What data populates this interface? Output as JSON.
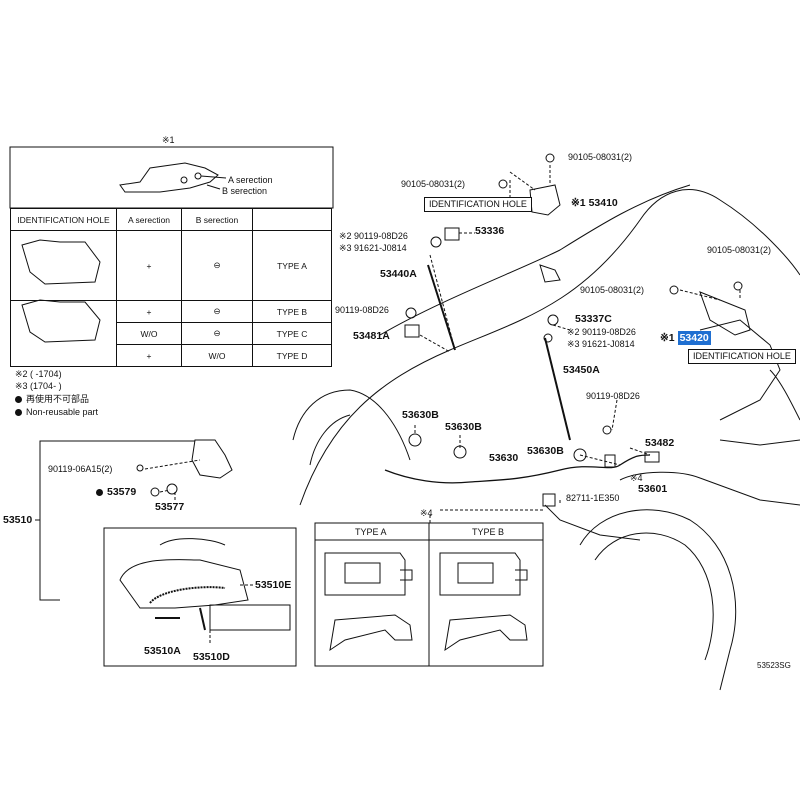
{
  "note_top": "※1",
  "table": {
    "selection_a": "A serection",
    "selection_b": "B serection",
    "headers": [
      "IDENTIFICATION HOLE",
      "A serection",
      "B serection",
      ""
    ],
    "rows": [
      {
        "a": "+",
        "b": "⊖",
        "type": "TYPE A"
      },
      {
        "a": "+",
        "b": "⊖",
        "type": "TYPE B"
      },
      {
        "a": "W/O",
        "b": "⊖",
        "type": "TYPE C"
      },
      {
        "a": "+",
        "b": "W/O",
        "type": "TYPE D"
      }
    ]
  },
  "notes": {
    "n2": "※2 (      -1704)",
    "n3": "※3 (1704-       )",
    "jp": "再使用不可部品",
    "en": "Non-reusable part"
  },
  "parts": {
    "p1": "90105-08031(2)",
    "p2": "90105-08031(2)",
    "p3": "53410",
    "p3_prefix": "※1",
    "id_hole_1": "IDENTIFICATION HOLE",
    "p4a": "※2 90119-08D26",
    "p4b": "※3 91621-J0814",
    "p5": "53336",
    "p6": "53440A",
    "p7": "90119-08D26",
    "p8": "53481A",
    "p9": "90105-08031(2)",
    "p10": "90105-08031(2)",
    "p11": "53337C",
    "p12a": "※2 90119-08D26",
    "p12b": "※3 91621-J0814",
    "p13": "53420",
    "p13_prefix": "※1",
    "id_hole_2": "IDENTIFICATION HOLE",
    "p14": "53450A",
    "p15": "90119-08D26",
    "p16": "53630B",
    "p17": "53630B",
    "p18": "53630",
    "p19": "53630B",
    "p20": "53482",
    "p21": "53601",
    "p21_prefix": "※4",
    "p22": "82711-1E350",
    "p23": "90119-06A15(2)",
    "p24": "53579",
    "p25": "53577",
    "p26": "53510",
    "p27": "53510E",
    "p28": "53510A",
    "p29": "53510D",
    "note4": "※4",
    "type_a": "TYPE A",
    "type_b": "TYPE B",
    "code": "53523SG"
  }
}
